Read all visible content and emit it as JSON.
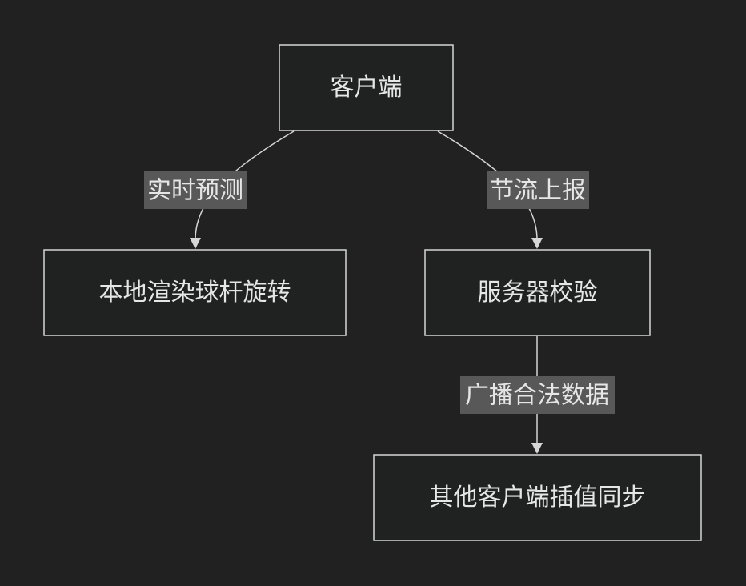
{
  "nodes": {
    "client": "客户端",
    "local_render": "本地渲染球杆旋转",
    "server_verify": "服务器校验",
    "other_clients": "其他客户端插值同步"
  },
  "edges": {
    "realtime_predict": "实时预测",
    "throttle_report": "节流上报",
    "broadcast_valid": "广播合法数据"
  },
  "colors": {
    "background": "#212121",
    "node_fill": "#202222",
    "stroke": "#d6d6d6",
    "label_bg": "#585858",
    "text": "#e6e6e6"
  }
}
